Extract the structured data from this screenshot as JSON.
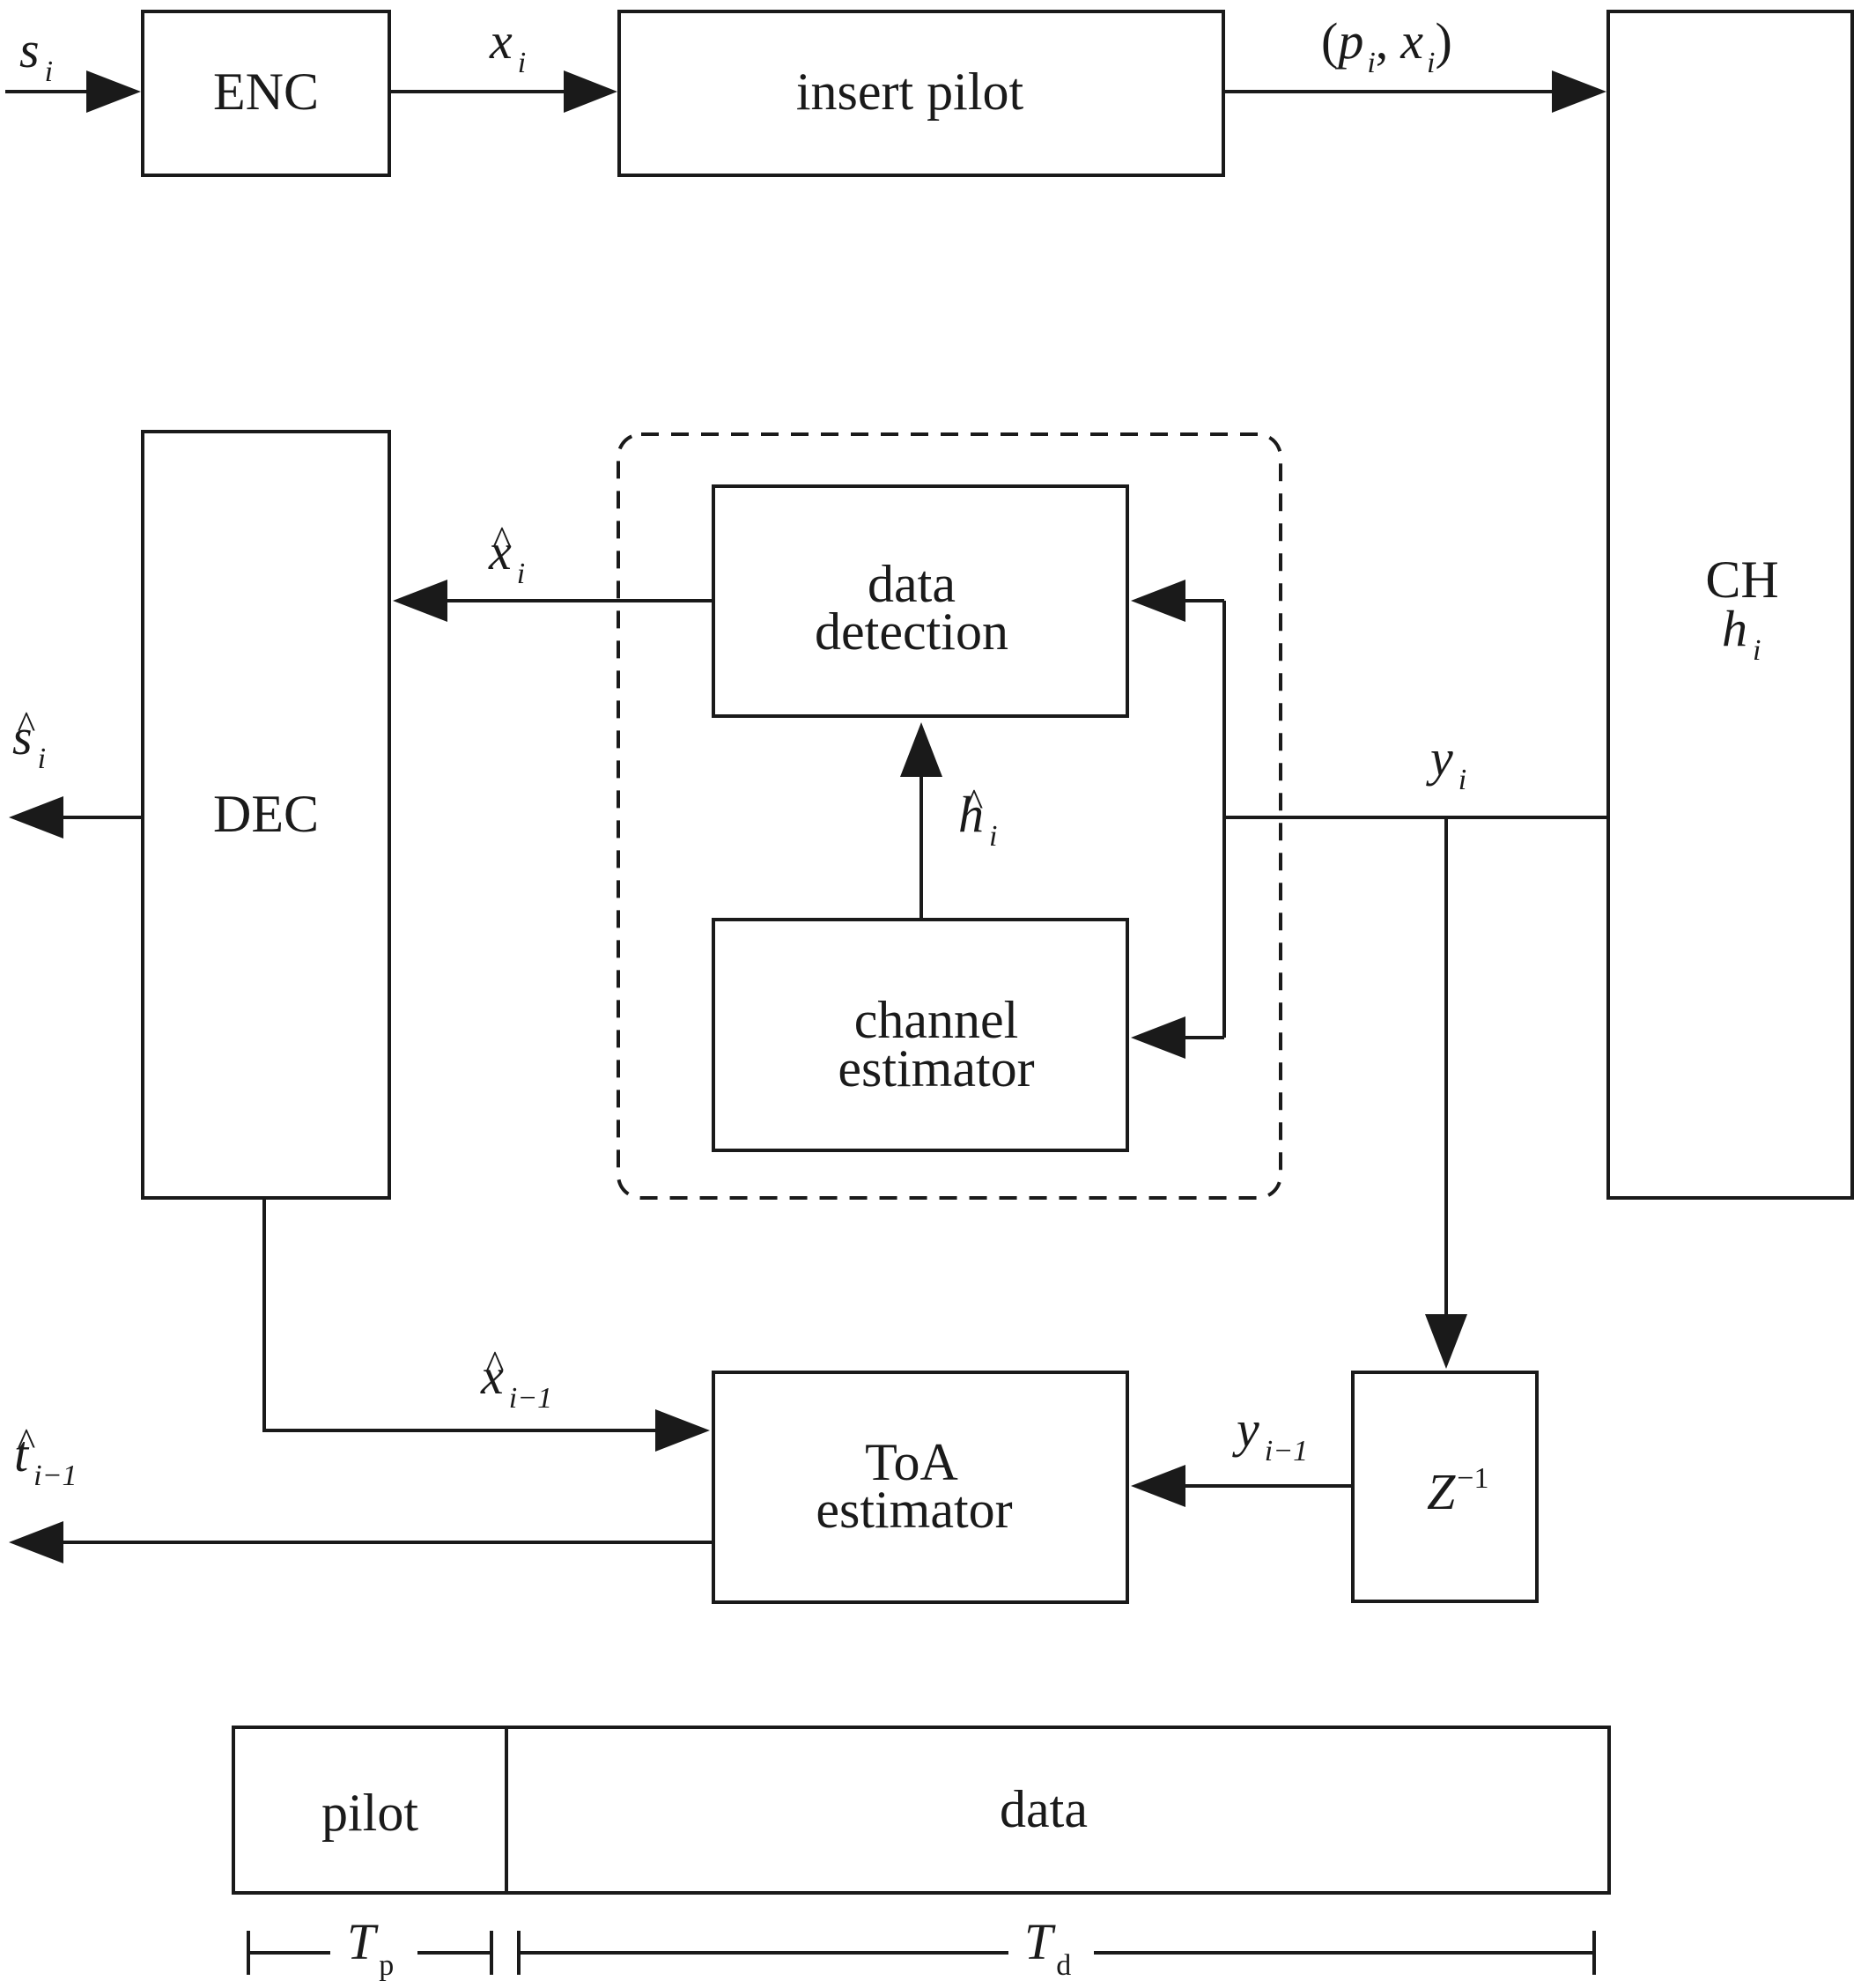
{
  "blocks": {
    "enc": "ENC",
    "insert_pilot": "insert pilot",
    "ch": {
      "line1": "CH",
      "sym": "h",
      "sub": "i"
    },
    "dec": "DEC",
    "data_detection": {
      "line1": "data",
      "line2": "detection"
    },
    "channel_estimator": {
      "line1": "channel",
      "line2": "estimator"
    },
    "toa_estimator": {
      "line1": "ToA",
      "line2": "estimator"
    },
    "delay": {
      "sym": "Z",
      "sup": "−1"
    }
  },
  "signals": {
    "s_in": {
      "sym": "s",
      "sub": "i"
    },
    "x": {
      "sym": "x",
      "sub": "i"
    },
    "pilot_pair": {
      "open": "(",
      "p": "p",
      "p_sub": "i",
      "comma": ",",
      "x": "x",
      "x_sub": "i",
      "close": ")"
    },
    "x_hat": {
      "hat": "^",
      "sym": "x",
      "sub": "i"
    },
    "s_hat": {
      "hat": "^",
      "sym": "s",
      "sub": "i"
    },
    "h_hat": {
      "hat": "^",
      "sym": "h",
      "sub": "i"
    },
    "y": {
      "sym": "y",
      "sub": "i"
    },
    "x_hat_prev": {
      "hat": "^",
      "sym": "x",
      "sub": "i−1"
    },
    "y_prev": {
      "sym": "y",
      "sub": "i−1"
    },
    "t_hat_prev": {
      "hat": "^",
      "sym": "t",
      "sub": "i−1"
    }
  },
  "frame": {
    "pilot_label": "pilot",
    "data_label": "data",
    "tp": {
      "sym": "T",
      "sub": "p"
    },
    "td": {
      "sym": "T",
      "sub": "d"
    }
  }
}
